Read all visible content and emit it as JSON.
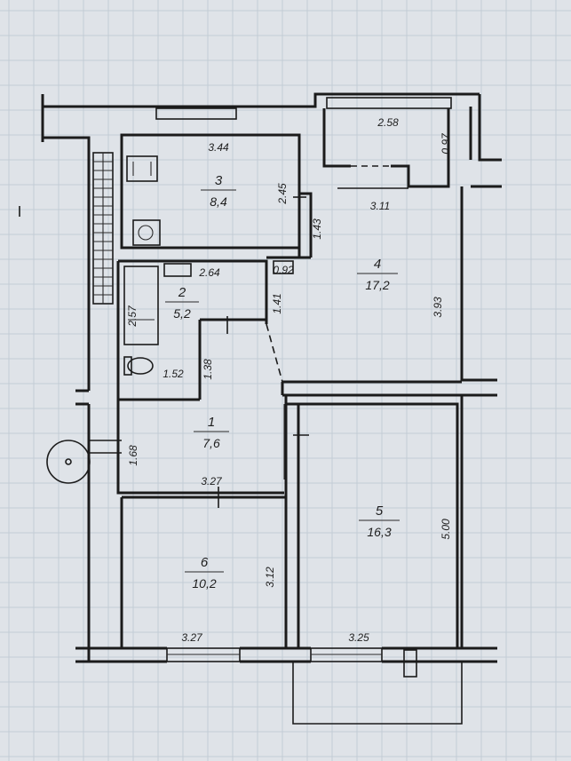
{
  "rooms": [
    {
      "id": "room-1",
      "number": "1",
      "area": "7,6"
    },
    {
      "id": "room-2",
      "number": "2",
      "area": "5,2"
    },
    {
      "id": "room-3",
      "number": "3",
      "area": "8,4"
    },
    {
      "id": "room-4",
      "number": "4",
      "area": "17,2"
    },
    {
      "id": "room-5",
      "number": "5",
      "area": "16,3"
    },
    {
      "id": "room-6",
      "number": "6",
      "area": "10,2"
    }
  ],
  "dimensions": {
    "d_3_44": "3.44",
    "d_2_45": "2.45",
    "d_2_58": "2.58",
    "d_0_97": "0.97",
    "d_3_11": "3.11",
    "d_1_43": "1.43",
    "d_2_64": "2.64",
    "d_0_92": "0.92",
    "d_2_57": "2.57",
    "d_1_41": "1.41",
    "d_3_93": "3.93",
    "d_1_52": "1.52",
    "d_1_38": "1.38",
    "d_1_68": "1.68",
    "d_3_27_a": "3.27",
    "d_5_00": "5.00",
    "d_3_12": "3.12",
    "d_3_27_b": "3.27",
    "d_3_25": "3.25"
  },
  "colors": {
    "paper": "#dfe3e8",
    "ink": "#1b1b1b",
    "grid": "#c3ccd6"
  }
}
